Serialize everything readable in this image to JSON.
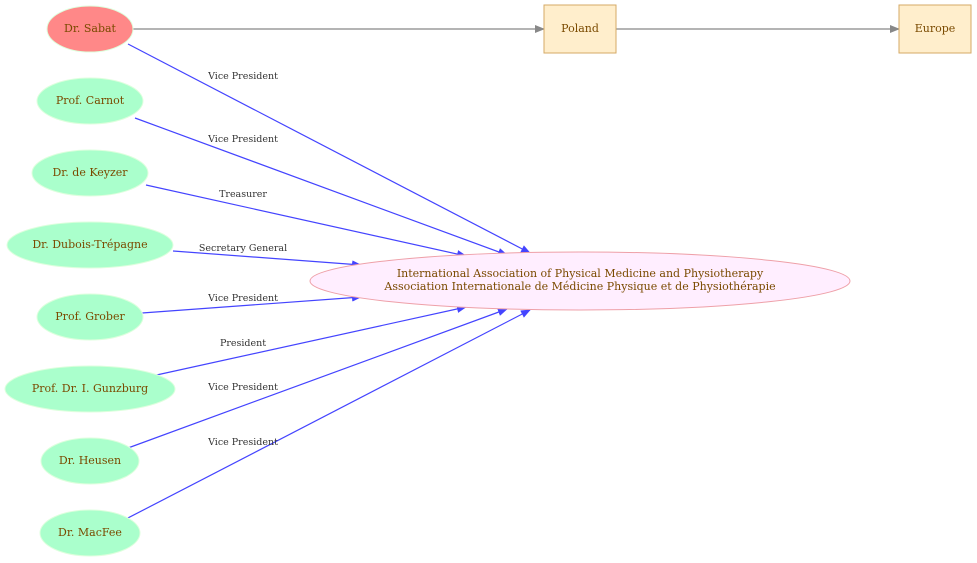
{
  "colors": {
    "focus_person": "#ff8888",
    "person": "#aaffcc",
    "organization": "#ffeeff",
    "place": "#ffeecc",
    "role_edge": "#4444ff",
    "location_edge": "#888888"
  },
  "people": [
    {
      "name": "Dr. Sabat",
      "role": "Vice President"
    },
    {
      "name": "Prof. Carnot",
      "role": "Vice President"
    },
    {
      "name": "Dr. de Keyzer",
      "role": "Treasurer"
    },
    {
      "name": "Dr. Dubois-Trépagne",
      "role": "Secretary General"
    },
    {
      "name": "Prof. Grober",
      "role": "Vice President"
    },
    {
      "name": "Prof. Dr. I. Gunzburg",
      "role": "President"
    },
    {
      "name": "Dr. Heusen",
      "role": "Vice President"
    },
    {
      "name": "Dr. MacFee",
      "role": "Vice President"
    }
  ],
  "organization": {
    "line1": "International Association of Physical Medicine and Physiotherapy",
    "line2": "Association Internationale de Médicine Physique et de Physiothérapie"
  },
  "places": {
    "country": "Poland",
    "region": "Europe"
  }
}
